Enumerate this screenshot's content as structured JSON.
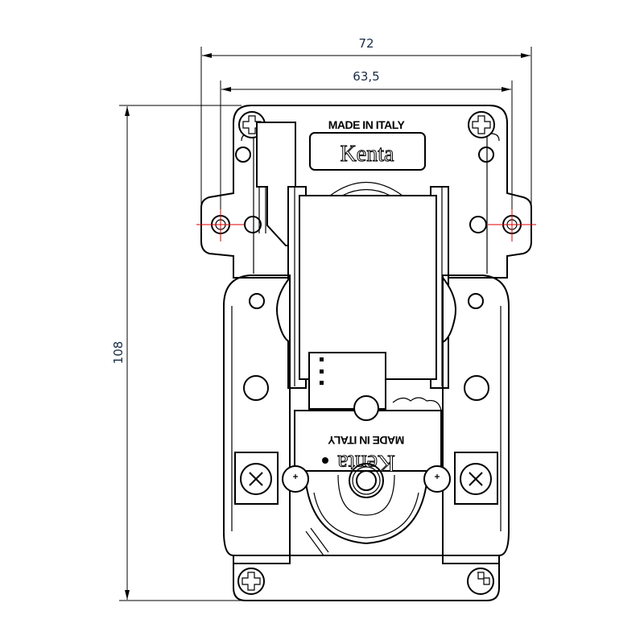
{
  "drawing": {
    "dimensions": {
      "overall_width": "72",
      "hole_spacing": "63,5",
      "overall_height": "108"
    },
    "labels": {
      "top_marking": "MADE IN ITALY",
      "top_brand": "Kenta",
      "gearbox_marking": "MADE IN ITALY",
      "gearbox_brand": "Kenta"
    },
    "colors": {
      "line": "#000000",
      "centerline": "#e00000",
      "dimension_text": "#1a2b45"
    }
  }
}
